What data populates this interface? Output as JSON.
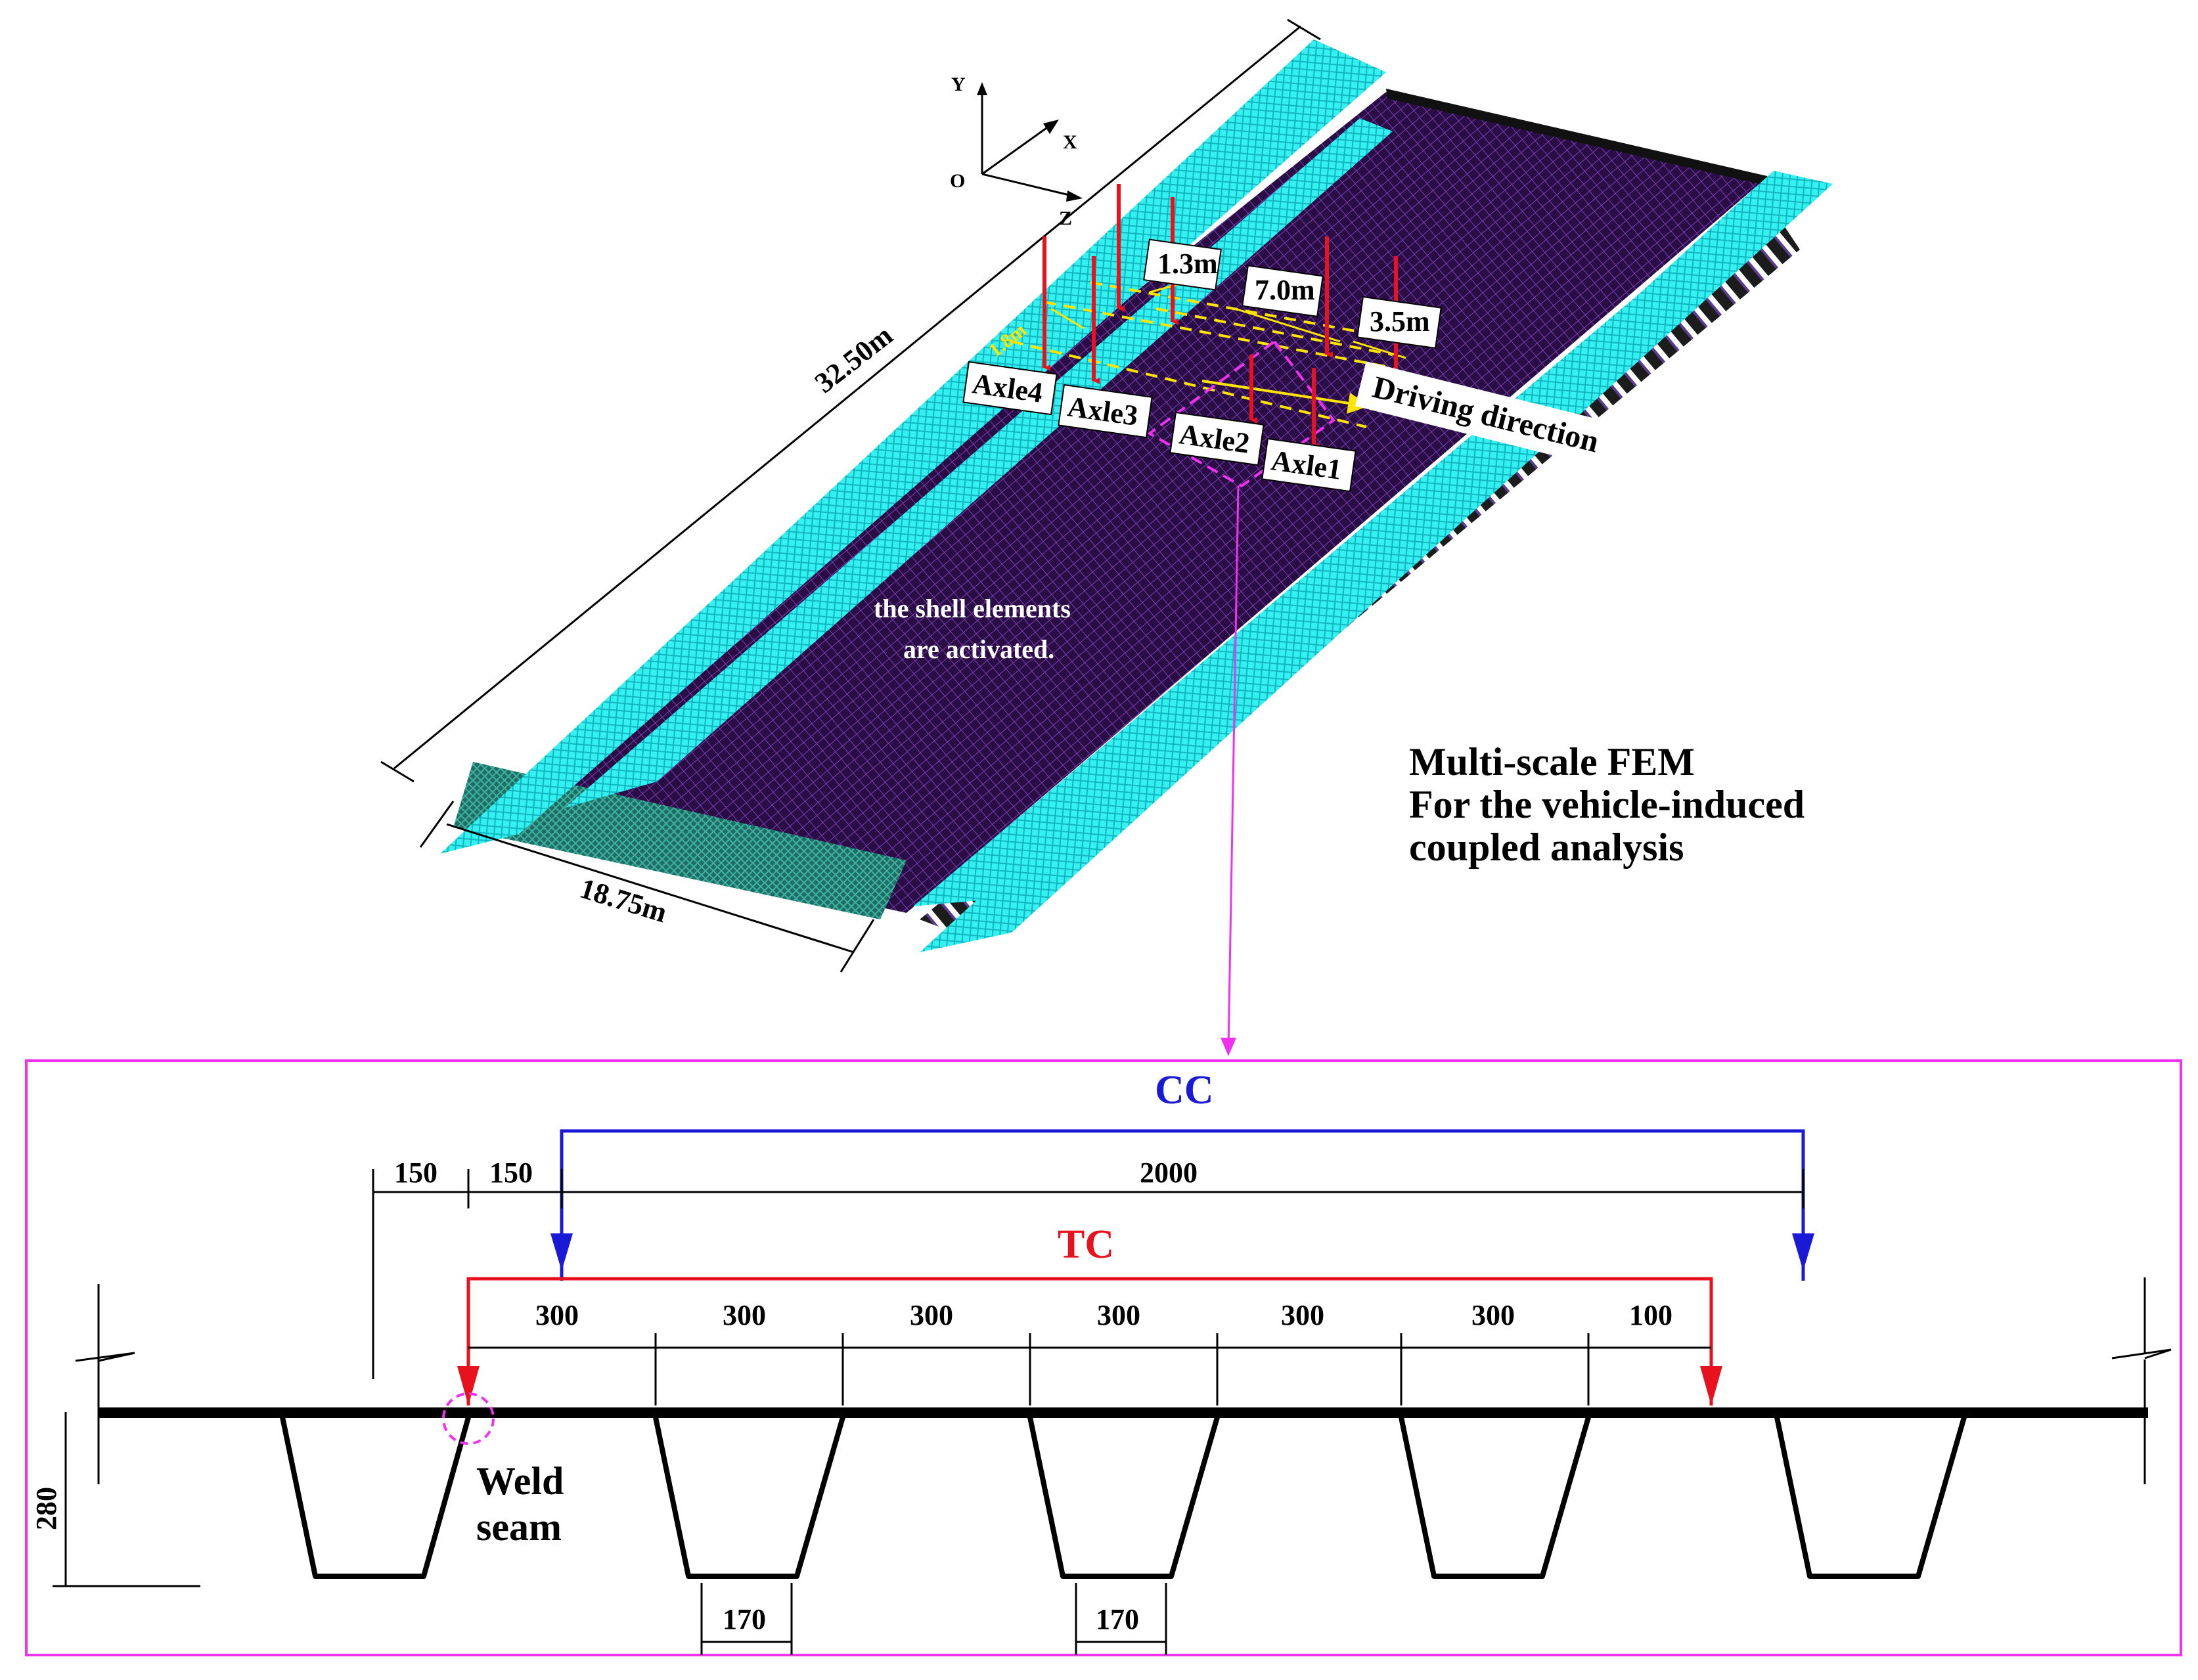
{
  "top_model": {
    "length_label": "32.50m",
    "width_label": "18.75m",
    "axle_spacings": {
      "a": "1.3m",
      "b": "7.0m",
      "c": "3.5m",
      "d": "1.8m"
    },
    "axles": [
      "Axle4",
      "Axle3",
      "Axle2",
      "Axle1"
    ],
    "driving_direction": "Driving direction",
    "activated_note_line1": "the shell elements",
    "activated_note_line2": "are activated.",
    "coord_axes": {
      "y": "Y",
      "x": "X",
      "z": "Z",
      "origin": "O"
    }
  },
  "caption": {
    "line1": "Multi-scale FEM",
    "line2": "For the vehicle-induced",
    "line3": "coupled analysis"
  },
  "section": {
    "cc_label": "CC",
    "tc_label": "TC",
    "dim_150_a": "150",
    "dim_150_b": "150",
    "dim_2000": "2000",
    "spacings": [
      "300",
      "300",
      "300",
      "300",
      "300",
      "300",
      "100"
    ],
    "height": "280",
    "bottom_width_a": "170",
    "bottom_width_b": "170",
    "weld_line1": "Weld",
    "weld_line2": "seam"
  },
  "colors": {
    "cyan_mesh": "#35f0f0",
    "deck_purple": "#2a0d45",
    "deck_grid": "#7a3fb0",
    "teal_mesh": "#2b8f80",
    "load_red": "#e8121e",
    "yellow_dash": "#ffe400",
    "magenta_frame": "#ee32ee",
    "cc_blue": "#1a1ad6",
    "tc_red": "#e8121e"
  }
}
